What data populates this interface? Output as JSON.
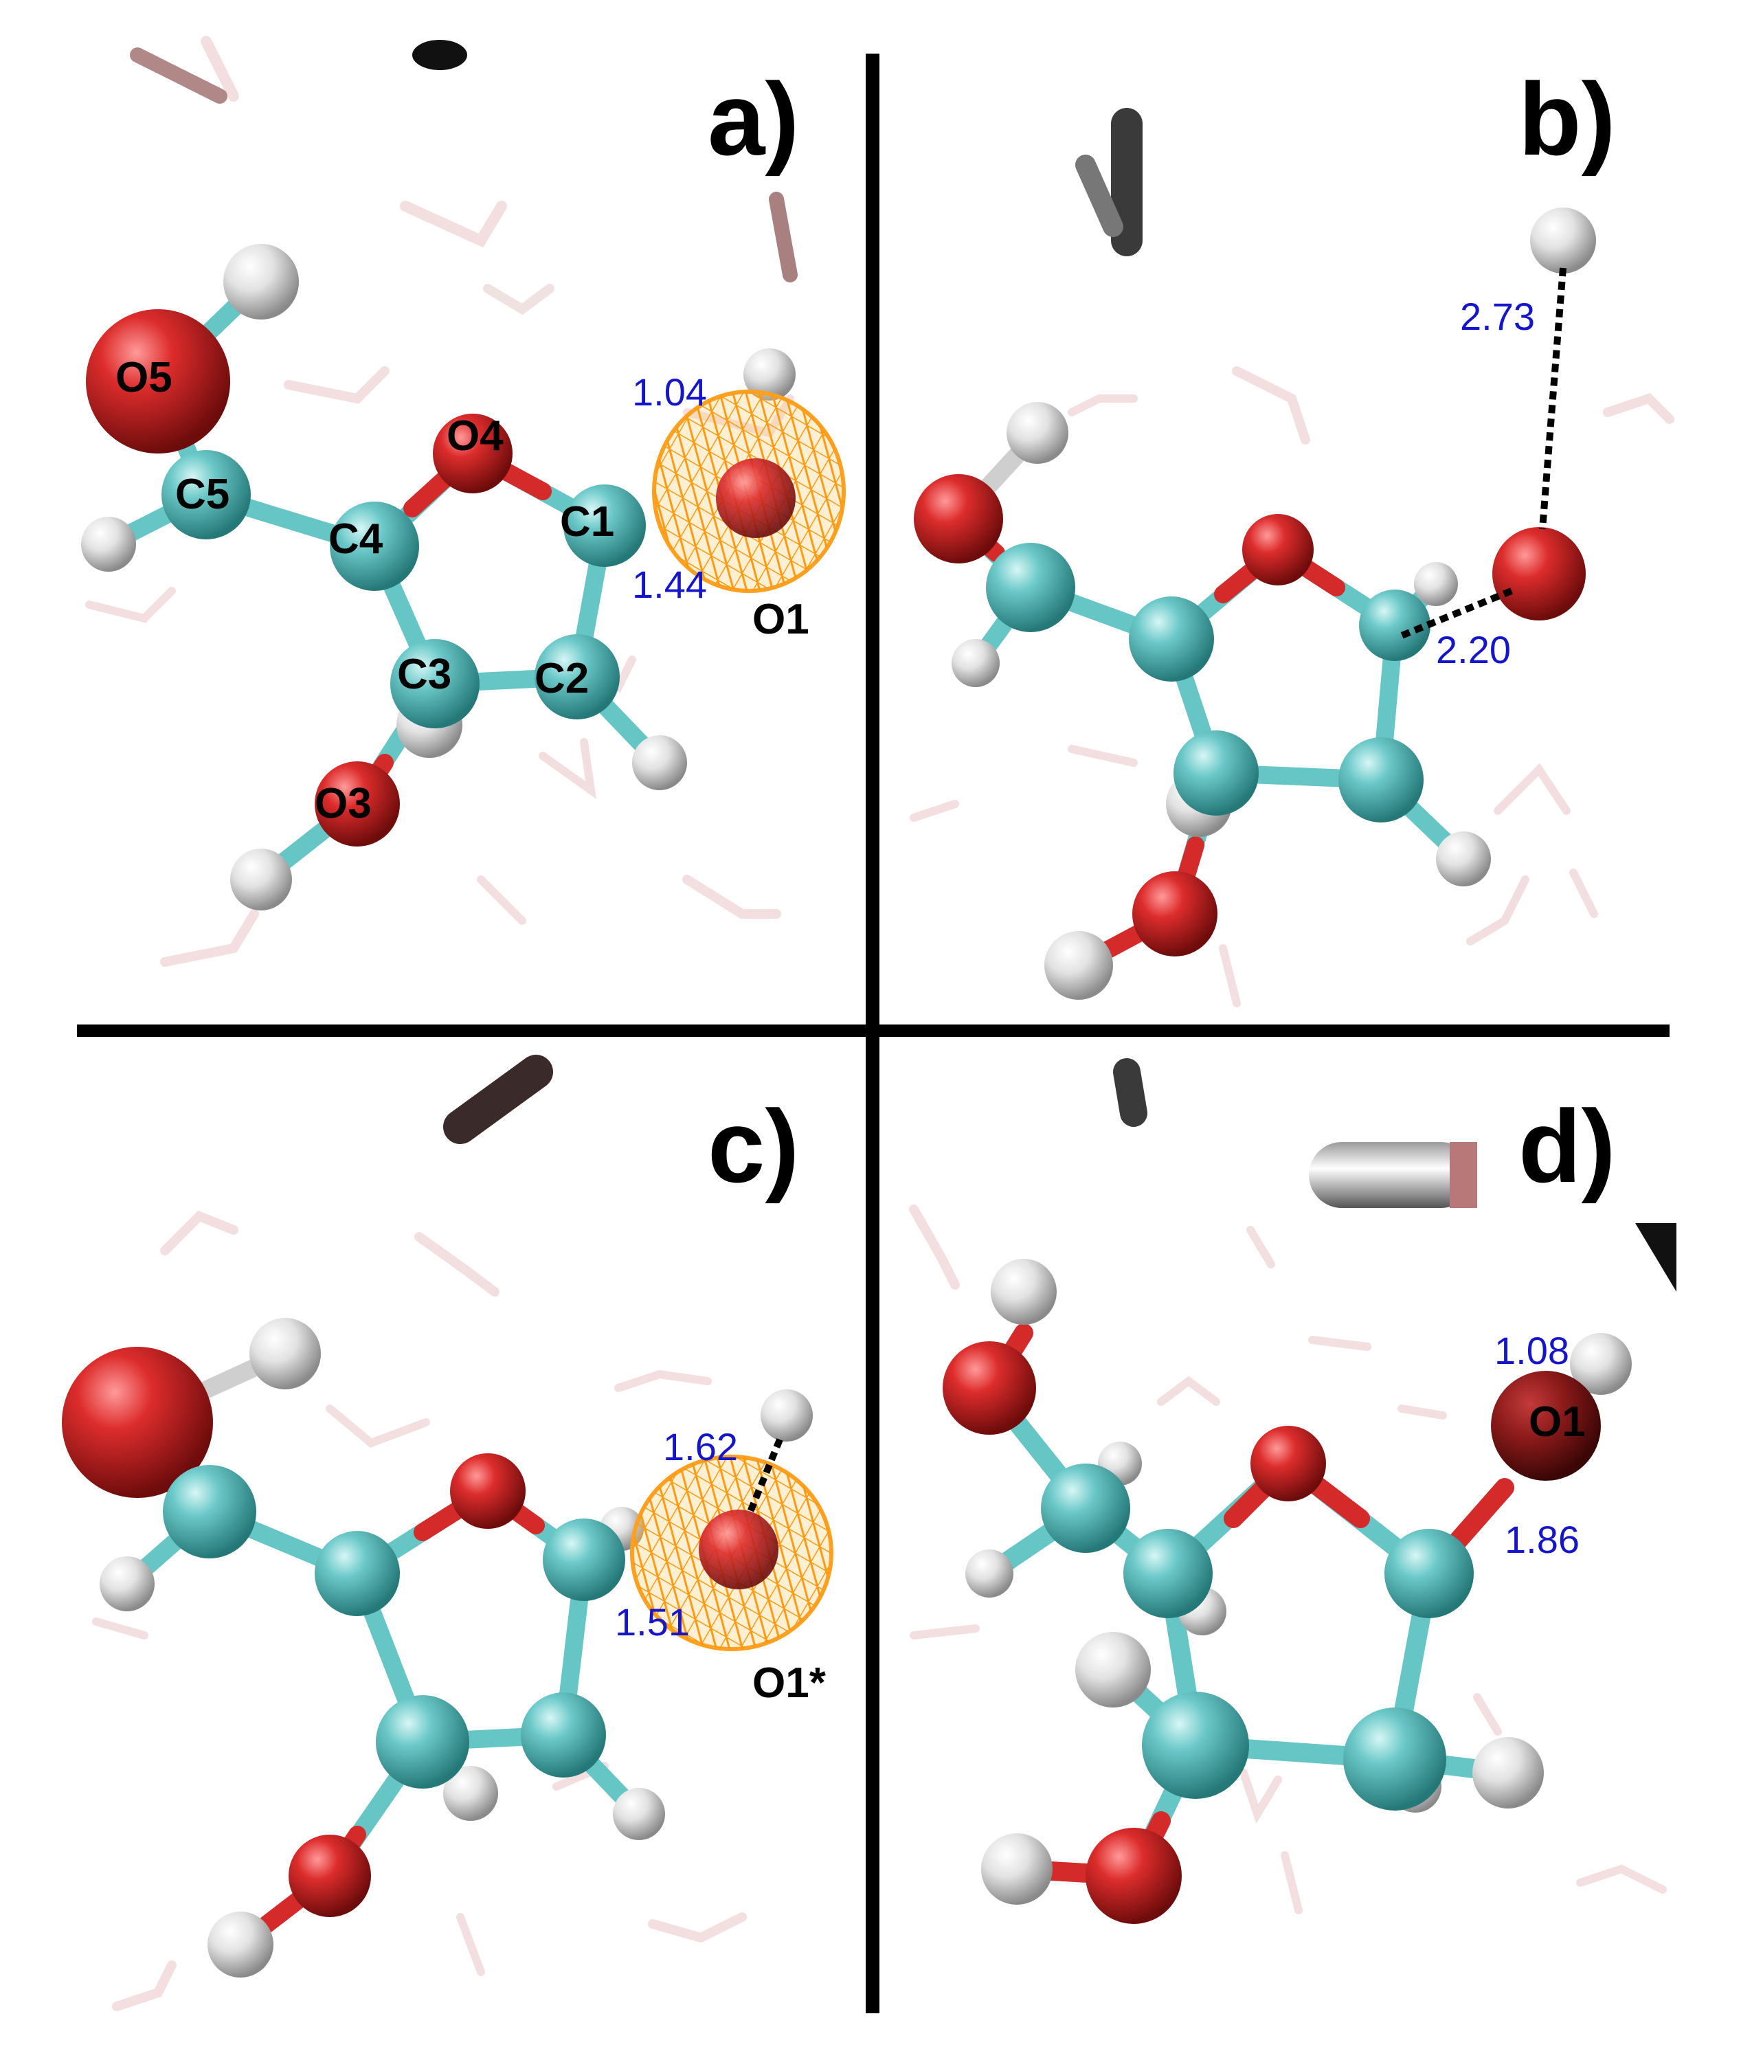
{
  "colors": {
    "carbon": "#5fc0c0",
    "oxygen": "#d42a2a",
    "hydrogen": "#e6e6e6",
    "isosurface": "#ffa020",
    "distance_text": "#1515cc",
    "divider": "#000000"
  },
  "panels": {
    "a": {
      "label": "a)",
      "atoms": {
        "o5": "O5",
        "o4": "O4",
        "c5": "C5",
        "c4": "C4",
        "c1": "C1",
        "c3": "C3",
        "c2": "C2",
        "o3": "O3",
        "o1": "O1"
      },
      "distances": {
        "d1": "1.04",
        "d2": "1.44"
      }
    },
    "b": {
      "label": "b)",
      "distances": {
        "d1": "2.73",
        "d2": "2.20"
      }
    },
    "c": {
      "label": "c)",
      "atoms": {
        "o1star": "O1*"
      },
      "distances": {
        "d1": "1.62",
        "d2": "1.51"
      }
    },
    "d": {
      "label": "d)",
      "atoms": {
        "o1": "O1"
      },
      "distances": {
        "d1": "1.08",
        "d2": "1.86"
      }
    }
  }
}
